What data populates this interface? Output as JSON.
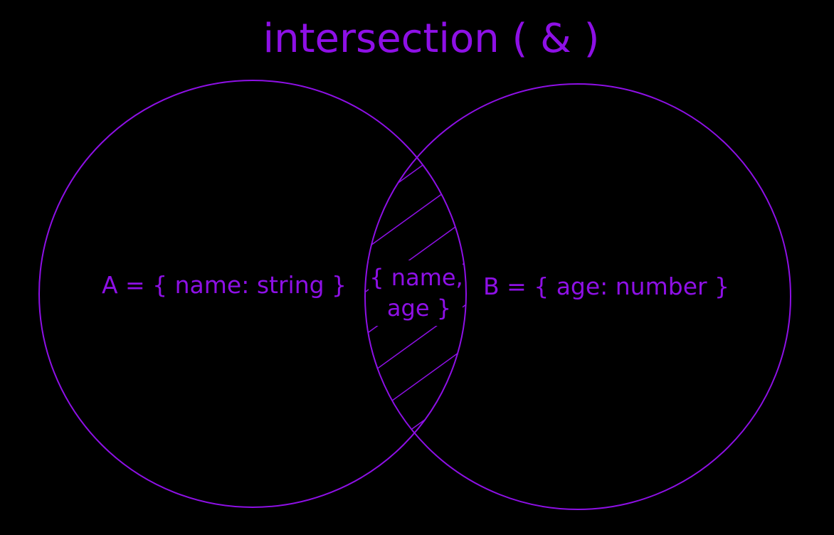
{
  "colors": {
    "background": "#000000",
    "accent": "#8E10E6"
  },
  "diagram": {
    "title": "intersection ( & )",
    "set_a": {
      "label": "A = { name: string }"
    },
    "set_b": {
      "label": "B = { age: number }"
    },
    "intersection": {
      "label_line1": "{ name,",
      "label_line2": "age }",
      "fill": "diagonal-hatch"
    }
  }
}
